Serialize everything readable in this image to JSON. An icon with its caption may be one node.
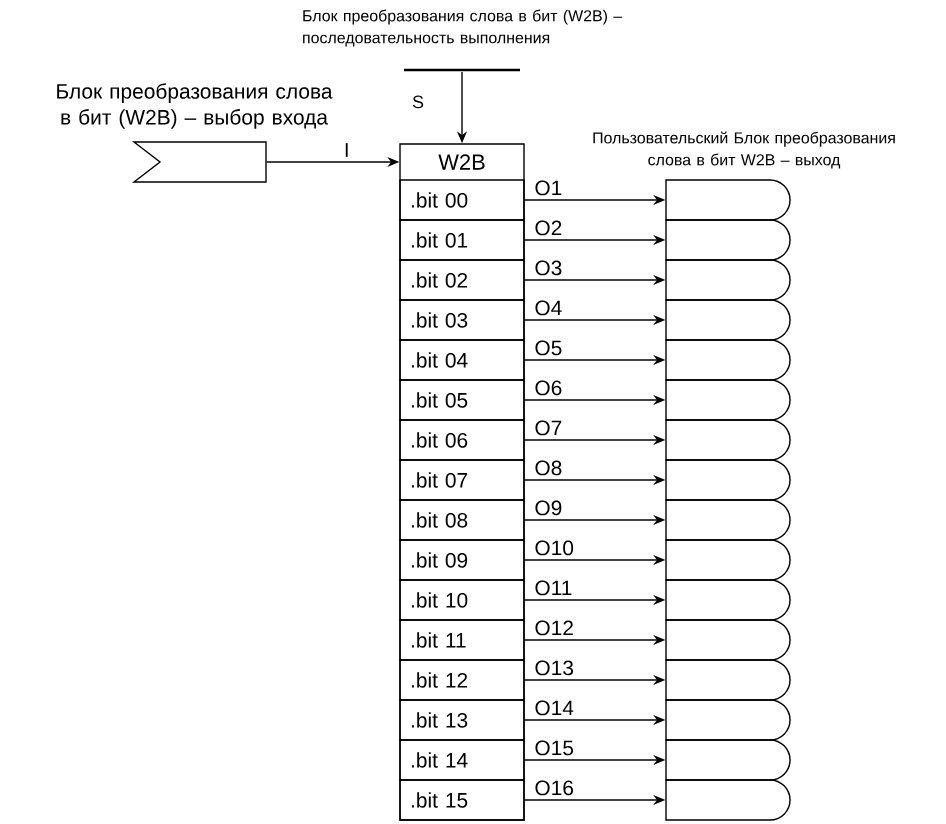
{
  "diagram": {
    "nodes": [
      {
        "text": [],
        "shape": "bar",
        "beside": [
          "Блок преобразования слова в бит (W2B) – последовательность выполнения"
        ]
      },
      {
        "text": [],
        "shape": "tag",
        "beside": [
          "Блок преобразования слова в бит (W2B) – выбор входа"
        ]
      },
      {
        "text": [
          "W2B"
        ]
      },
      {
        "text": [
          ".bit 00"
        ],
        "in": 2
      },
      {
        "text": [
          ".bit 01"
        ],
        "in": 2
      },
      {
        "text": [
          ".bit 02"
        ],
        "in": 2
      },
      {
        "text": [
          ".bit 03"
        ],
        "in": 2
      },
      {
        "text": [
          ".bit 04"
        ],
        "in": 2
      },
      {
        "text": [
          ".bit 05"
        ],
        "in": 2
      },
      {
        "text": [
          ".bit 06"
        ],
        "in": 2
      },
      {
        "text": [
          ".bit 07"
        ],
        "in": 2
      },
      {
        "text": [
          ".bit 08"
        ],
        "in": 2
      },
      {
        "text": [
          ".bit 09"
        ],
        "in": 2
      },
      {
        "text": [
          ".bit 10"
        ],
        "in": 2
      },
      {
        "text": [
          ".bit 11"
        ],
        "in": 2
      },
      {
        "text": [
          ".bit 12"
        ],
        "in": 2
      },
      {
        "text": [
          ".bit 13"
        ],
        "in": 2
      },
      {
        "text": [
          ".bit 14"
        ],
        "in": 2
      },
      {
        "text": [
          ".bit 15"
        ],
        "in": 2
      },
      {
        "text": [],
        "shape": "box"
      },
      {
        "text": [],
        "shape": "box"
      },
      {
        "text": [],
        "shape": "box"
      },
      {
        "text": [],
        "shape": "box"
      },
      {
        "text": [],
        "shape": "box"
      },
      {
        "text": [],
        "shape": "box"
      },
      {
        "text": [],
        "shape": "box"
      },
      {
        "text": [],
        "shape": "box"
      },
      {
        "text": [],
        "shape": "box"
      },
      {
        "text": [],
        "shape": "box"
      },
      {
        "text": [],
        "shape": "box"
      },
      {
        "text": [],
        "shape": "box"
      },
      {
        "text": [],
        "shape": "box"
      },
      {
        "text": [],
        "shape": "box"
      },
      {
        "text": [],
        "shape": "box"
      },
      {
        "text": [],
        "shape": "box"
      }
    ],
    "edges": [
      {
        "from": 0,
        "to": 2,
        "arrow": "to",
        "label": "S"
      },
      {
        "from": 1,
        "to": 2,
        "arrow": "to",
        "label": "I"
      },
      {
        "from": 3,
        "to": 19,
        "arrow": "to",
        "label": "O1"
      },
      {
        "from": 4,
        "to": 20,
        "arrow": "to",
        "label": "O2"
      },
      {
        "from": 5,
        "to": 21,
        "arrow": "to",
        "label": "O3"
      },
      {
        "from": 6,
        "to": 22,
        "arrow": "to",
        "label": "O4"
      },
      {
        "from": 7,
        "to": 23,
        "arrow": "to",
        "label": "O5"
      },
      {
        "from": 8,
        "to": 24,
        "arrow": "to",
        "label": "O6"
      },
      {
        "from": 9,
        "to": 25,
        "arrow": "to",
        "label": "O7"
      },
      {
        "from": 10,
        "to": 26,
        "arrow": "to",
        "label": "O8"
      },
      {
        "from": 11,
        "to": 27,
        "arrow": "to",
        "label": "O9"
      },
      {
        "from": 12,
        "to": 28,
        "arrow": "to",
        "label": "O10"
      },
      {
        "from": 13,
        "to": 29,
        "arrow": "to",
        "label": "O11"
      },
      {
        "from": 14,
        "to": 30,
        "arrow": "to",
        "label": "O12"
      },
      {
        "from": 15,
        "to": 31,
        "arrow": "to",
        "label": "O13"
      },
      {
        "from": 16,
        "to": 32,
        "arrow": "to",
        "label": "O14"
      },
      {
        "from": 17,
        "to": 33,
        "arrow": "to",
        "label": "O15"
      },
      {
        "from": 18,
        "to": 34,
        "arrow": "to",
        "label": "O16"
      }
    ],
    "labels": [
      "Пользовательский Блок преобразования слова в бит W2B – выход"
    ]
  }
}
